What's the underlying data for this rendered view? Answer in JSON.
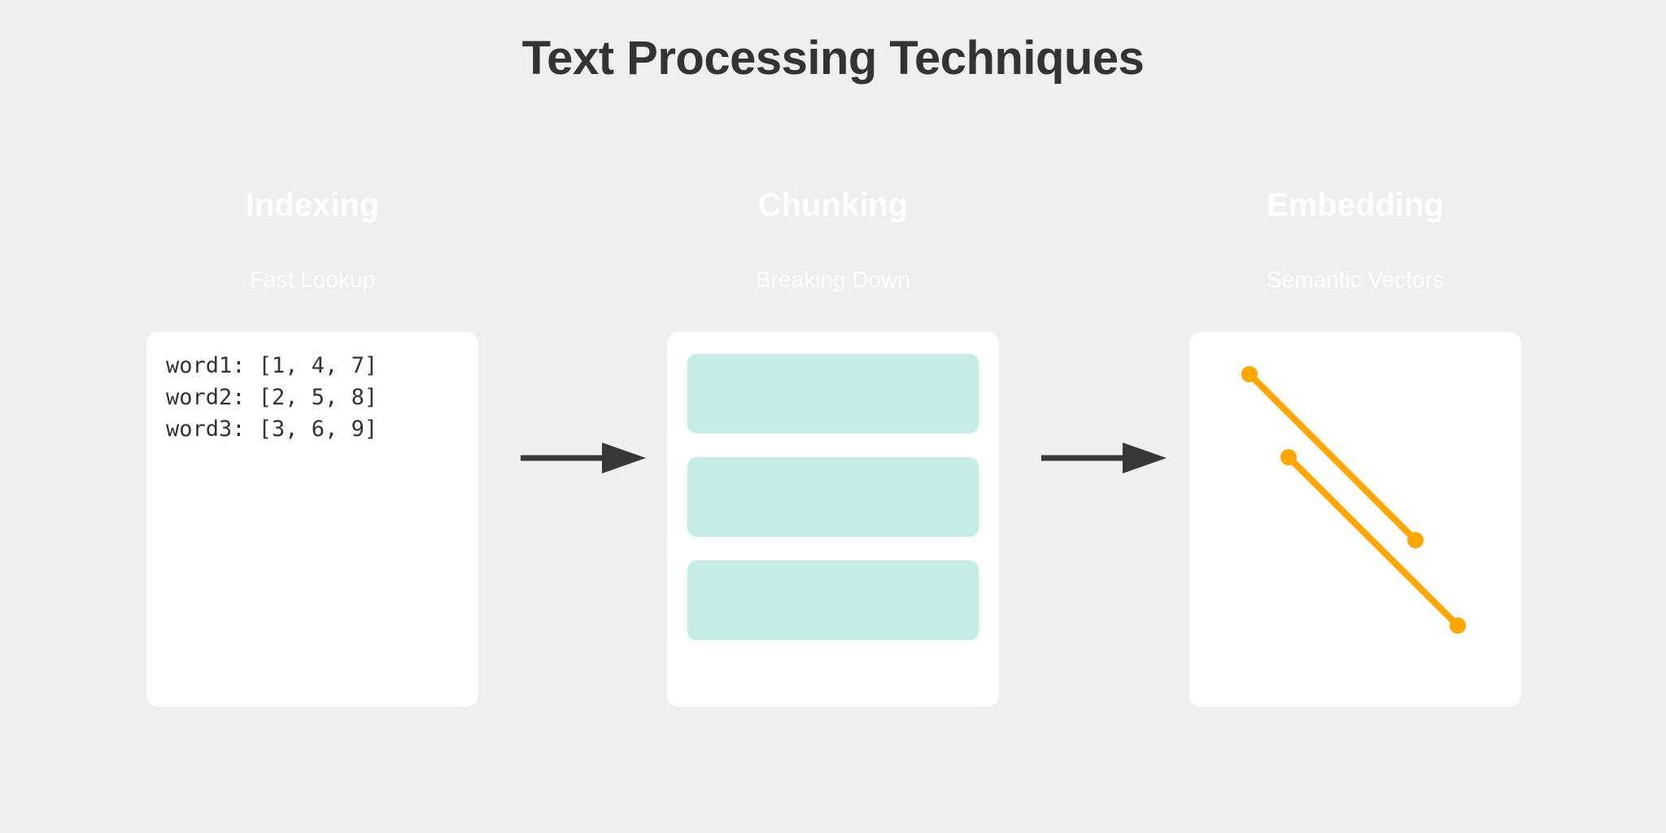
{
  "page": {
    "title": "Text Processing Techniques",
    "background_color": "#efefef",
    "title_color": "#333333"
  },
  "palette": {
    "card_background": "#ffffff",
    "chunk_bar": "#c6ece7",
    "embedding_accent": "#ffa600",
    "arrow": "#383838",
    "heading_text": "#ffffff",
    "code_text": "#333333"
  },
  "columns": [
    {
      "key": "indexing",
      "heading": "Indexing",
      "subtitle": "Fast Lookup",
      "card_type": "code-list",
      "lines": [
        "word1: [1, 4, 7]",
        "word2: [2, 5, 8]",
        "word3: [3, 6, 9]"
      ]
    },
    {
      "key": "chunking",
      "heading": "Chunking",
      "subtitle": "Breaking Down",
      "card_type": "chunk-bars",
      "bar_count": 3,
      "bar_color": "#c6ece7"
    },
    {
      "key": "embedding",
      "heading": "Embedding",
      "subtitle": "Semantic Vectors",
      "card_type": "vector-plot",
      "accent_color": "#ffa600"
    }
  ],
  "arrows": [
    {
      "name": "arrow-indexing-to-chunking",
      "direction": "right",
      "color": "#383838"
    },
    {
      "name": "arrow-chunking-to-embedding",
      "direction": "right",
      "color": "#383838"
    }
  ],
  "chart_data": {
    "type": "scatter",
    "title": "Semantic Vectors",
    "xlabel": "",
    "ylabel": "",
    "xlim": [
      0,
      408
    ],
    "ylim": [
      0,
      461
    ],
    "grid": false,
    "legend": "none",
    "series": [
      {
        "name": "vector-1",
        "color": "#ffa600",
        "points": [
          {
            "x": 74,
            "y": 52
          },
          {
            "x": 278,
            "y": 256
          }
        ]
      },
      {
        "name": "vector-2",
        "color": "#ffa600",
        "points": [
          {
            "x": 122,
            "y": 154
          },
          {
            "x": 330,
            "y": 361
          }
        ]
      }
    ],
    "marker_radius": 10,
    "line_width": 8
  }
}
